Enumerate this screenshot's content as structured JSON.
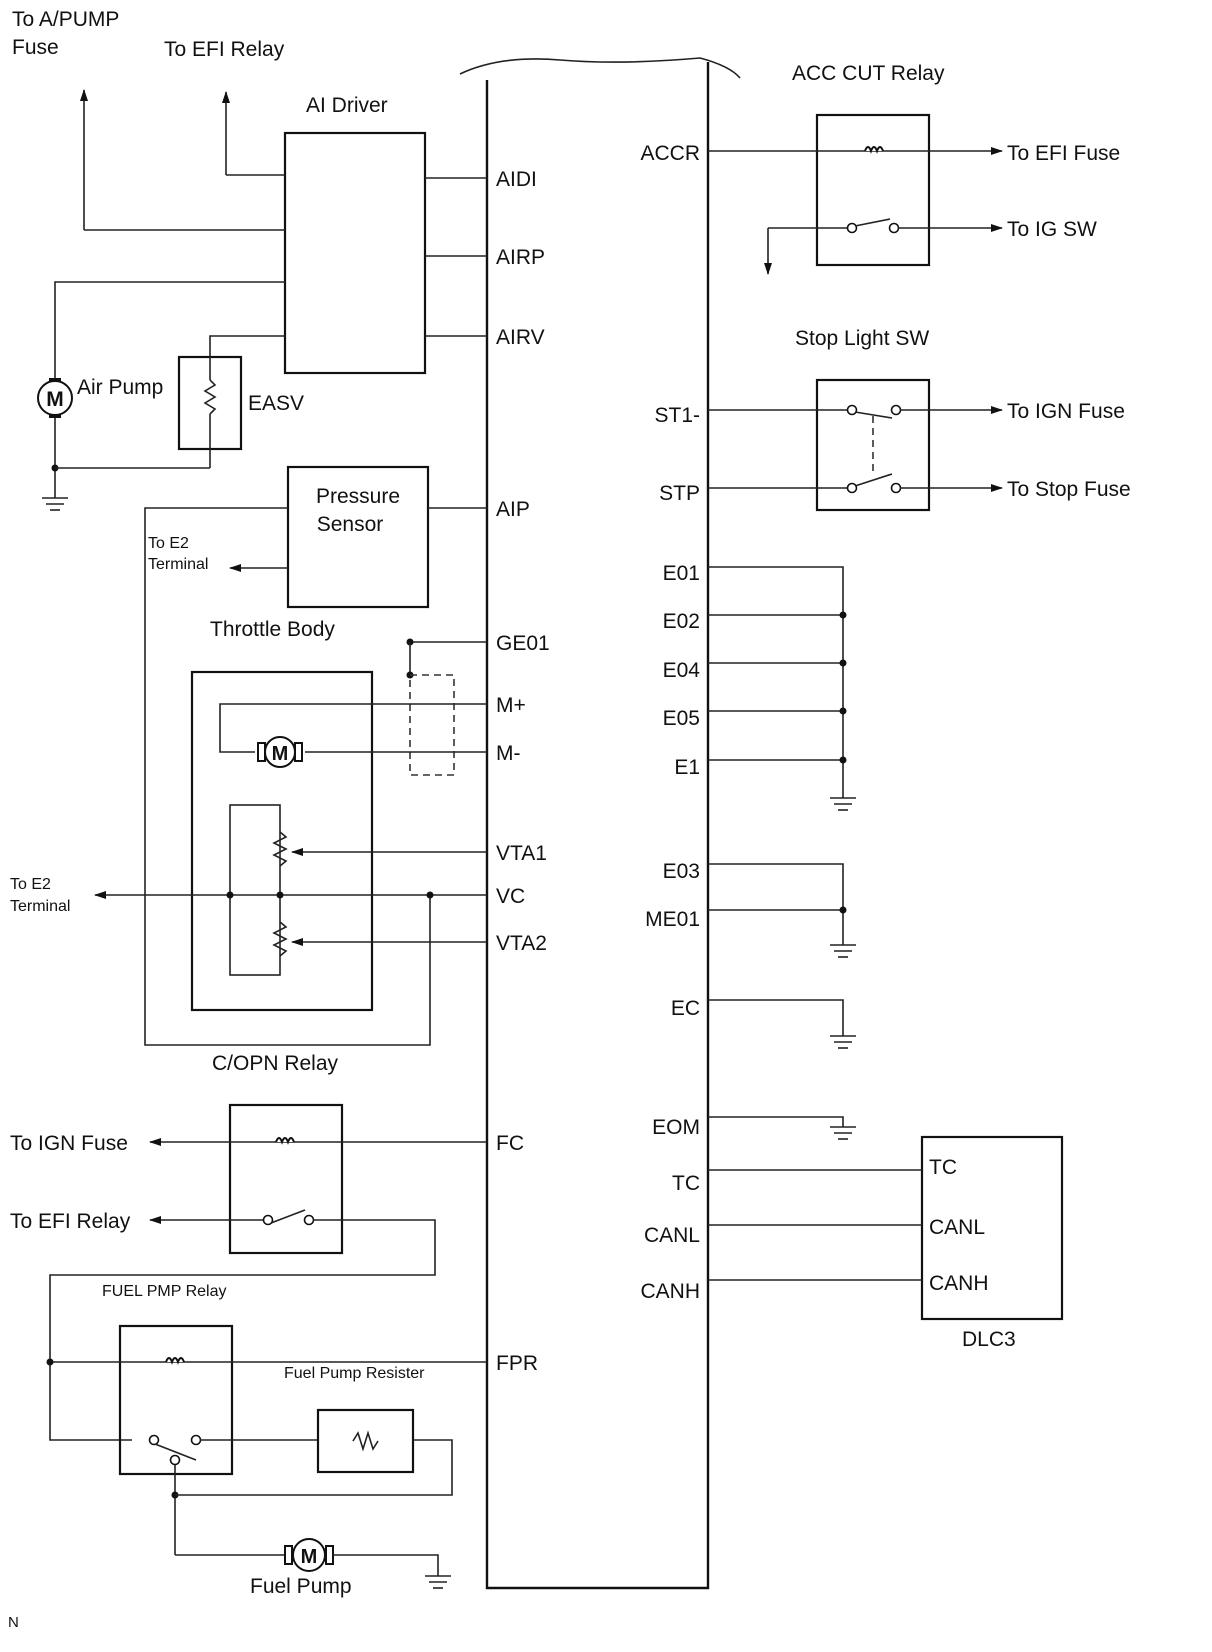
{
  "labels": {
    "to_apump_line1": "To A/PUMP",
    "to_apump_line2": "Fuse",
    "to_efi_relay_top": "To EFI Relay",
    "ai_driver": "AI Driver",
    "air_pump": "Air Pump",
    "easv": "EASV",
    "pressure_sensor_line1": "Pressure",
    "pressure_sensor_line2": "Sensor",
    "to_e2_1_line1": "To E2",
    "to_e2_1_line2": "Terminal",
    "throttle_body": "Throttle Body",
    "to_e2_2_line1": "To E2",
    "to_e2_2_line2": "Terminal",
    "copn_relay": "C/OPN Relay",
    "to_ign_fuse_left": "To IGN Fuse",
    "to_efi_relay_left": "To EFI Relay",
    "fuel_pmp_relay": "FUEL PMP Relay",
    "fuel_pump_resister": "Fuel Pump Resister",
    "fuel_pump": "Fuel Pump",
    "acc_cut_relay": "ACC CUT Relay",
    "to_efi_fuse": "To EFI Fuse",
    "to_ig_sw": "To IG SW",
    "stop_light_sw": "Stop Light SW",
    "to_ign_fuse_right": "To IGN Fuse",
    "to_stop_fuse": "To Stop Fuse",
    "dlc3": "DLC3",
    "corner_mark": "N",
    "motor_symbol": "M"
  },
  "ecu_pins_left": [
    "AIDI",
    "AIRP",
    "AIRV",
    "AIP",
    "GE01",
    "M+",
    "M-",
    "VTA1",
    "VC",
    "VTA2",
    "FC",
    "FPR"
  ],
  "ecu_pins_right": [
    "ACCR",
    "ST1-",
    "STP",
    "E01",
    "E02",
    "E04",
    "E05",
    "E1",
    "E03",
    "ME01",
    "EC",
    "EOM",
    "TC",
    "CANL",
    "CANH"
  ],
  "dlc3_pins": [
    "TC",
    "CANL",
    "CANH"
  ]
}
